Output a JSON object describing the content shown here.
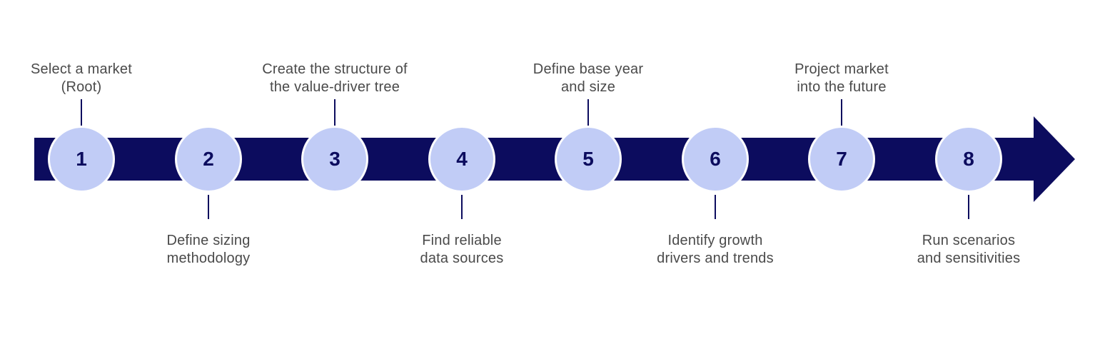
{
  "diagram": {
    "type": "process-arrow-timeline",
    "direction": "left-to-right",
    "colors": {
      "arrow": "#0c0c5e",
      "circle_fill": "#c1ccf6",
      "circle_border": "#ffffff",
      "number_text": "#0c0c5e",
      "label_text": "#4a4a4a",
      "background": "#ffffff"
    },
    "steps": [
      {
        "number": "1",
        "label_position": "above",
        "lines": [
          "Select a market",
          "(Root)"
        ]
      },
      {
        "number": "2",
        "label_position": "below",
        "lines": [
          "Define sizing",
          "methodology"
        ]
      },
      {
        "number": "3",
        "label_position": "above",
        "lines": [
          "Create the structure of",
          "the value-driver tree"
        ]
      },
      {
        "number": "4",
        "label_position": "below",
        "lines": [
          "Find reliable",
          "data sources"
        ]
      },
      {
        "number": "5",
        "label_position": "above",
        "lines": [
          "Define base year",
          "and size"
        ]
      },
      {
        "number": "6",
        "label_position": "below",
        "lines": [
          "Identify growth",
          "drivers and trends"
        ]
      },
      {
        "number": "7",
        "label_position": "above",
        "lines": [
          "Project market",
          "into the future"
        ]
      },
      {
        "number": "8",
        "label_position": "below",
        "lines": [
          "Run scenarios",
          "and sensitivities"
        ]
      }
    ]
  }
}
